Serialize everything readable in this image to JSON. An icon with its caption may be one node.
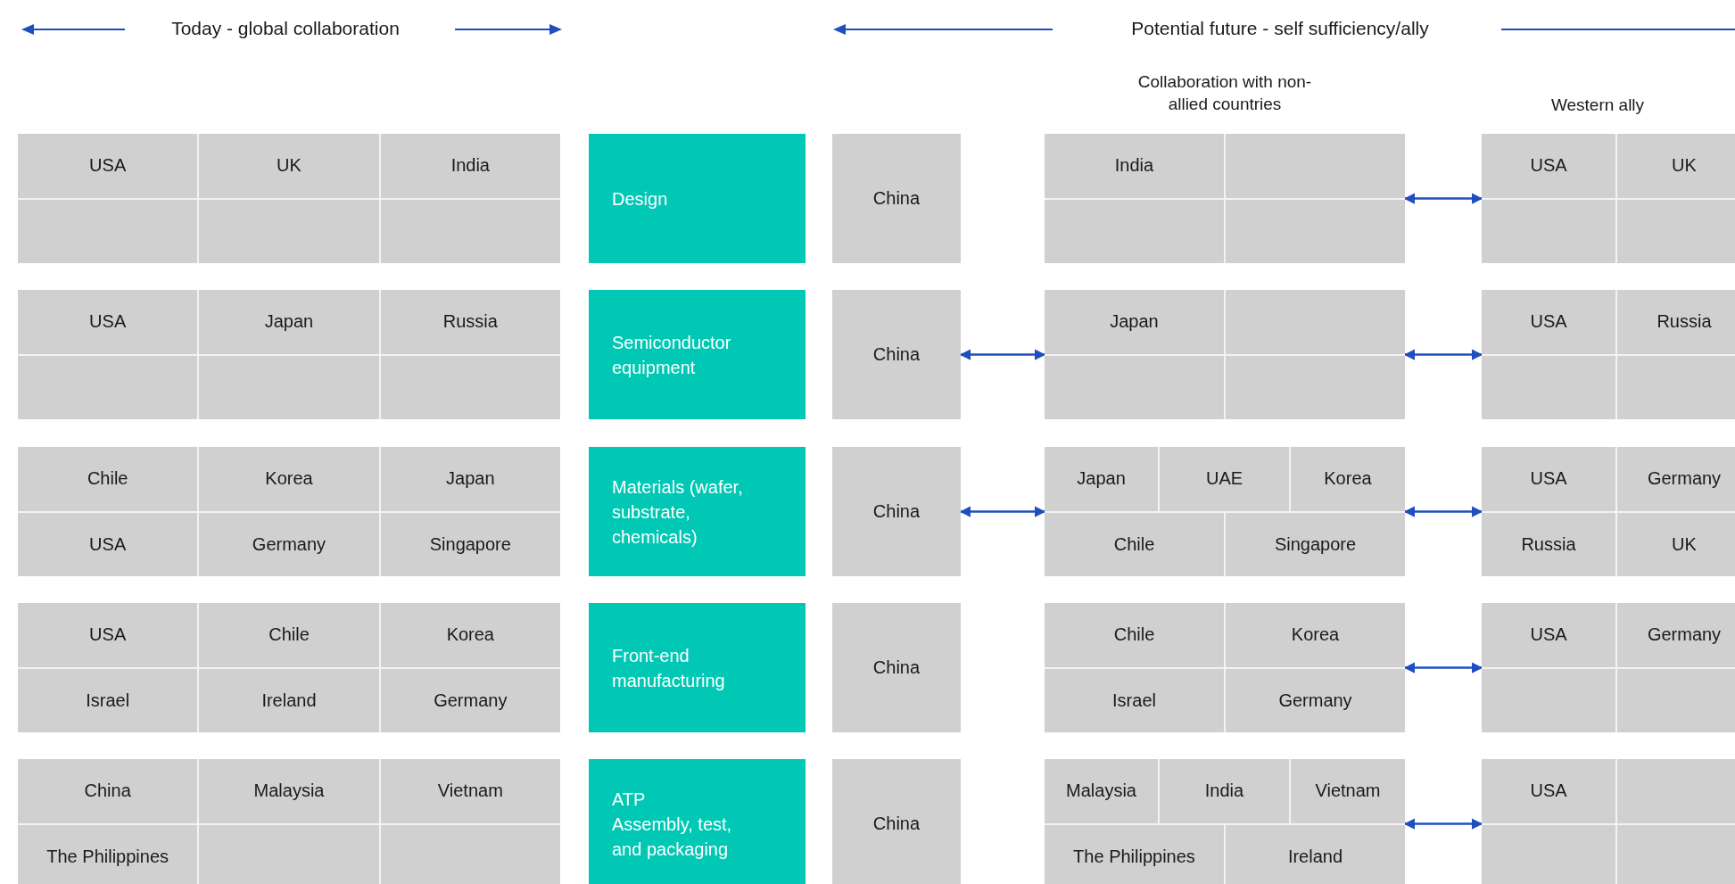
{
  "diagram": {
    "nodes": [
      {
        "text": [],
        "shape": "box"
      },
      {
        "text": [
          "USA"
        ],
        "in": 0
      },
      {
        "text": [
          "UK"
        ],
        "in": 0
      },
      {
        "text": [
          "India"
        ],
        "in": 0
      },
      {
        "text": [],
        "shape": "box",
        "in": 0
      },
      {
        "text": [],
        "shape": "box",
        "in": 0
      },
      {
        "text": [],
        "shape": "box",
        "in": 0
      },
      {
        "text": [
          "Design"
        ]
      },
      {
        "text": [
          "China"
        ]
      },
      {
        "text": [],
        "shape": "box"
      },
      {
        "text": [
          "India"
        ],
        "in": 9
      },
      {
        "text": [],
        "shape": "box",
        "in": 9
      },
      {
        "text": [],
        "shape": "box",
        "in": 9
      },
      {
        "text": [],
        "shape": "box",
        "in": 9
      },
      {
        "text": [],
        "shape": "box"
      },
      {
        "text": [
          "USA"
        ],
        "in": 14
      },
      {
        "text": [
          "UK"
        ],
        "in": 14
      },
      {
        "text": [],
        "shape": "box",
        "in": 14
      },
      {
        "text": [],
        "shape": "box",
        "in": 14
      },
      {
        "text": [],
        "shape": "box"
      },
      {
        "text": [
          "USA"
        ],
        "in": 19
      },
      {
        "text": [
          "Japan"
        ],
        "in": 19
      },
      {
        "text": [
          "Russia"
        ],
        "in": 19
      },
      {
        "text": [],
        "shape": "box",
        "in": 19
      },
      {
        "text": [],
        "shape": "box",
        "in": 19
      },
      {
        "text": [],
        "shape": "box",
        "in": 19
      },
      {
        "text": [
          "Semiconductor equipment"
        ]
      },
      {
        "text": [
          "China"
        ]
      },
      {
        "text": [],
        "shape": "box"
      },
      {
        "text": [
          "Japan"
        ],
        "in": 28
      },
      {
        "text": [],
        "shape": "box",
        "in": 28
      },
      {
        "text": [],
        "shape": "box",
        "in": 28
      },
      {
        "text": [],
        "shape": "box",
        "in": 28
      },
      {
        "text": [],
        "shape": "box"
      },
      {
        "text": [
          "USA"
        ],
        "in": 33
      },
      {
        "text": [
          "Russia"
        ],
        "in": 33
      },
      {
        "text": [],
        "shape": "box",
        "in": 33
      },
      {
        "text": [],
        "shape": "box",
        "in": 33
      },
      {
        "text": [],
        "shape": "box"
      },
      {
        "text": [
          "Chile"
        ],
        "in": 38
      },
      {
        "text": [
          "Korea"
        ],
        "in": 38
      },
      {
        "text": [
          "Japan"
        ],
        "in": 38
      },
      {
        "text": [
          "USA"
        ],
        "in": 38
      },
      {
        "text": [
          "Germany"
        ],
        "in": 38
      },
      {
        "text": [
          "Singapore"
        ],
        "in": 38
      },
      {
        "text": [
          "Materials (wafer, substrate, chemicals)"
        ]
      },
      {
        "text": [
          "China"
        ]
      },
      {
        "text": [],
        "shape": "box"
      },
      {
        "text": [
          "Japan"
        ],
        "in": 47
      },
      {
        "text": [
          "UAE"
        ],
        "in": 47
      },
      {
        "text": [
          "Korea"
        ],
        "in": 47
      },
      {
        "text": [
          "Chile"
        ],
        "in": 47
      },
      {
        "text": [
          "Singapore"
        ],
        "in": 47
      },
      {
        "text": [],
        "shape": "box"
      },
      {
        "text": [
          "USA"
        ],
        "in": 53
      },
      {
        "text": [
          "Germany"
        ],
        "in": 53
      },
      {
        "text": [
          "Russia"
        ],
        "in": 53
      },
      {
        "text": [
          "UK"
        ],
        "in": 53
      },
      {
        "text": [],
        "shape": "box"
      },
      {
        "text": [
          "USA"
        ],
        "in": 58
      },
      {
        "text": [
          "Chile"
        ],
        "in": 58
      },
      {
        "text": [
          "Korea"
        ],
        "in": 58
      },
      {
        "text": [
          "Israel"
        ],
        "in": 58
      },
      {
        "text": [
          "Ireland"
        ],
        "in": 58
      },
      {
        "text": [
          "Germany"
        ],
        "in": 58
      },
      {
        "text": [
          "Front-end manufacturing"
        ]
      },
      {
        "text": [
          "China"
        ]
      },
      {
        "text": [],
        "shape": "box"
      },
      {
        "text": [
          "Chile"
        ],
        "in": 67
      },
      {
        "text": [
          "Korea"
        ],
        "in": 67
      },
      {
        "text": [
          "Israel"
        ],
        "in": 67
      },
      {
        "text": [
          "Germany"
        ],
        "in": 67
      },
      {
        "text": [],
        "shape": "box"
      },
      {
        "text": [
          "USA"
        ],
        "in": 72
      },
      {
        "text": [
          "Germany"
        ],
        "in": 72
      },
      {
        "text": [],
        "shape": "box",
        "in": 72
      },
      {
        "text": [],
        "shape": "box",
        "in": 72
      },
      {
        "text": [],
        "shape": "box"
      },
      {
        "text": [
          "China"
        ],
        "in": 77
      },
      {
        "text": [
          "Malaysia"
        ],
        "in": 77
      },
      {
        "text": [
          "Vietnam"
        ],
        "in": 77
      },
      {
        "text": [
          "The Philippines"
        ],
        "in": 77
      },
      {
        "text": [],
        "shape": "box",
        "in": 77
      },
      {
        "text": [],
        "shape": "box",
        "in": 77
      },
      {
        "text": [
          "ATP",
          "Assembly, test, and packaging"
        ]
      },
      {
        "text": [
          "China"
        ]
      },
      {
        "text": [],
        "shape": "box"
      },
      {
        "text": [
          "Malaysia"
        ],
        "in": 86
      },
      {
        "text": [
          "India"
        ],
        "in": 86
      },
      {
        "text": [
          "Vietnam"
        ],
        "in": 86
      },
      {
        "text": [
          "The Philippines"
        ],
        "in": 86
      },
      {
        "text": [
          "Ireland"
        ],
        "in": 86
      },
      {
        "text": [],
        "shape": "box"
      },
      {
        "text": [
          "USA"
        ],
        "in": 92
      },
      {
        "text": [],
        "shape": "box",
        "in": 92
      },
      {
        "text": [],
        "shape": "box",
        "in": 92
      },
      {
        "text": [],
        "shape": "box",
        "in": 92
      }
    ],
    "edges": [
      {
        "from": 9,
        "to": 14,
        "arrow": "both"
      },
      {
        "from": 27,
        "to": 28,
        "arrow": "both"
      },
      {
        "from": 28,
        "to": 33,
        "arrow": "both"
      },
      {
        "from": 46,
        "to": 47,
        "arrow": "both"
      },
      {
        "from": 47,
        "to": 53,
        "arrow": "both"
      },
      {
        "from": 67,
        "to": 72,
        "arrow": "both"
      },
      {
        "from": 86,
        "to": 92,
        "arrow": "both"
      }
    ],
    "labels": [
      "Today - global collaboration",
      "Potential future - self sufficiency/ally",
      "Collaboration with non-allied countries",
      "Western ally"
    ]
  }
}
